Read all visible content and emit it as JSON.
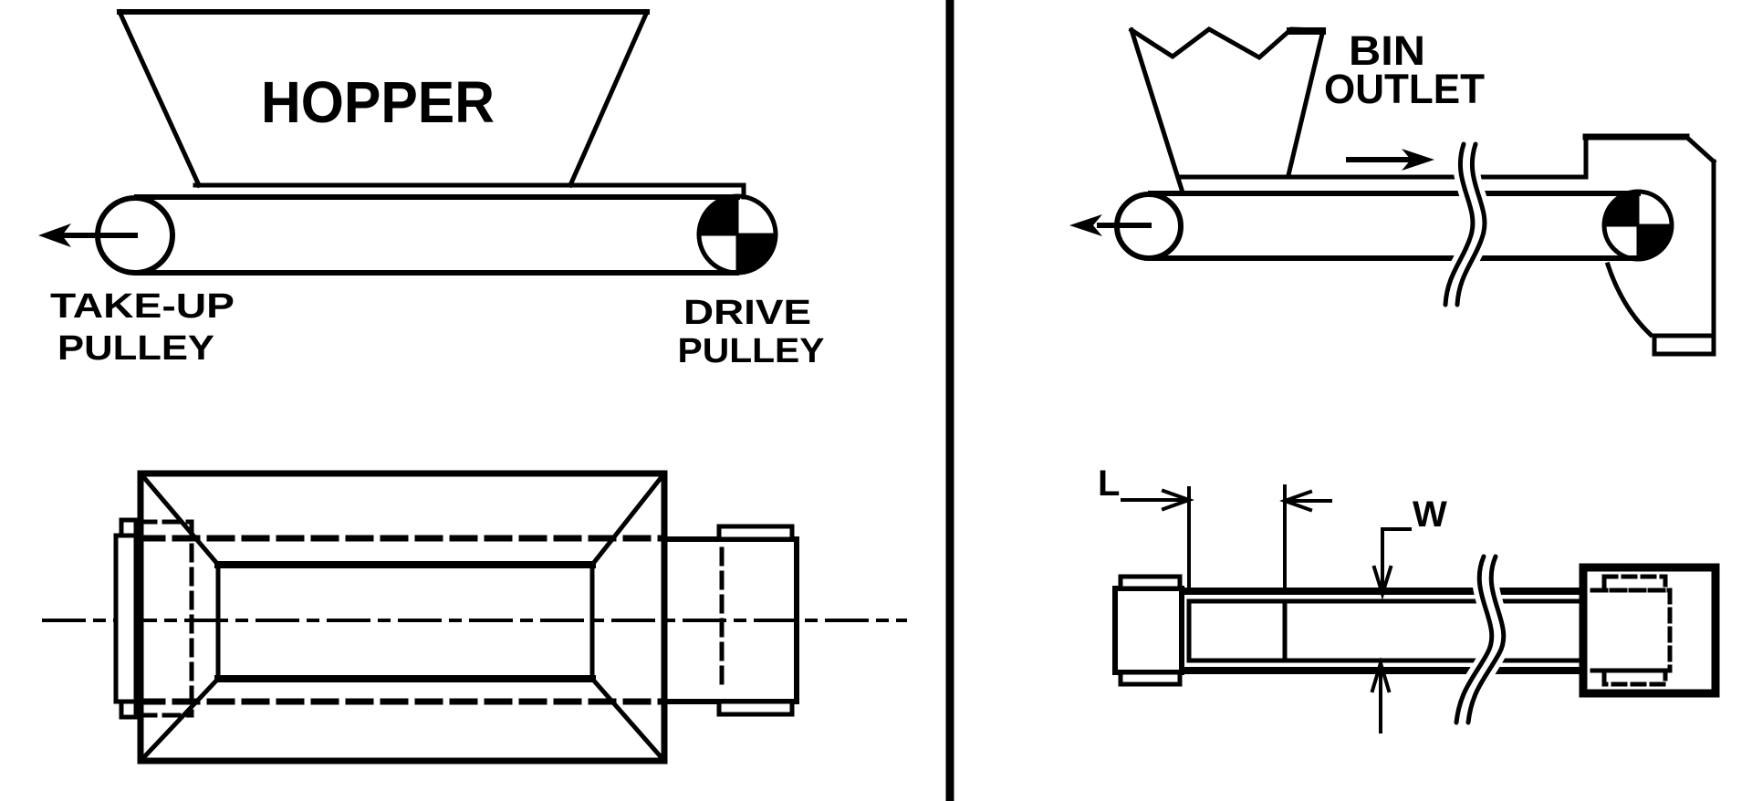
{
  "diagram": {
    "background_color": "#ffffff",
    "line_color": "#000000",
    "left_panel": {
      "side_view": {
        "hopper_label": "HOPPER",
        "takeup_label_line1": "TAKE-UP",
        "takeup_label_line2": "PULLEY",
        "drive_label_line1": "DRIVE",
        "drive_label_line2": "PULLEY"
      }
    },
    "right_panel": {
      "side_view": {
        "bin_label_line1": "BIN",
        "bin_label_line2": "OUTLET"
      },
      "plan_view": {
        "length_dim": "L",
        "width_dim": "W"
      }
    }
  }
}
